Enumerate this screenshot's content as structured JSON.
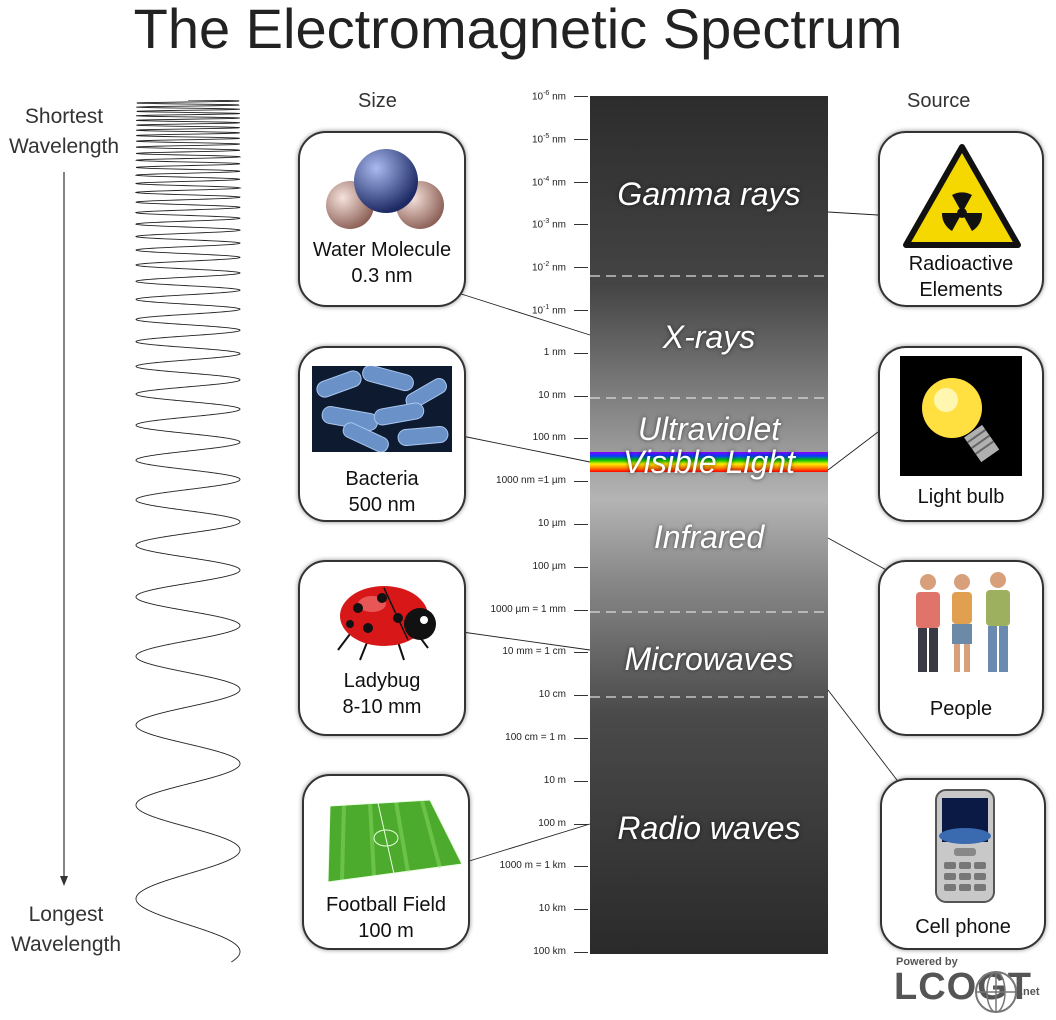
{
  "title": "The Electromagnetic Spectrum",
  "headers": {
    "size": "Size",
    "source": "Source"
  },
  "wavelength": {
    "shortest": "Shortest Wavelength",
    "longest": "Longest Wavelength"
  },
  "scale_ticks": [
    {
      "base": "10",
      "exp": "-6",
      "unit": " nm"
    },
    {
      "base": "10",
      "exp": "-5",
      "unit": " nm"
    },
    {
      "base": "10",
      "exp": "-4",
      "unit": " nm"
    },
    {
      "base": "10",
      "exp": "-3",
      "unit": " nm"
    },
    {
      "base": "10",
      "exp": "-2",
      "unit": " nm"
    },
    {
      "base": "10",
      "exp": "-1",
      "unit": " nm"
    },
    {
      "base": "1 nm",
      "exp": "",
      "unit": ""
    },
    {
      "base": "10 nm",
      "exp": "",
      "unit": ""
    },
    {
      "base": "100 nm",
      "exp": "",
      "unit": ""
    },
    {
      "base": "1000 nm =1 µm",
      "exp": "",
      "unit": ""
    },
    {
      "base": "10 µm",
      "exp": "",
      "unit": ""
    },
    {
      "base": "100 µm",
      "exp": "",
      "unit": ""
    },
    {
      "base": "1000 µm = 1 mm",
      "exp": "",
      "unit": ""
    },
    {
      "base": "10 mm = 1 cm",
      "exp": "",
      "unit": ""
    },
    {
      "base": "10 cm",
      "exp": "",
      "unit": ""
    },
    {
      "base": "100 cm = 1 m",
      "exp": "",
      "unit": ""
    },
    {
      "base": "10 m",
      "exp": "",
      "unit": ""
    },
    {
      "base": "100 m",
      "exp": "",
      "unit": ""
    },
    {
      "base": "1000 m = 1 km",
      "exp": "",
      "unit": ""
    },
    {
      "base": "10 km",
      "exp": "",
      "unit": ""
    },
    {
      "base": "100 km",
      "exp": "",
      "unit": ""
    }
  ],
  "bands": [
    "Gamma rays",
    "X-rays",
    "Ultraviolet",
    "Visible Light",
    "Infrared",
    "Microwaves",
    "Radio waves"
  ],
  "size_examples": [
    {
      "name": "Water Molecule",
      "size": "0.3 nm"
    },
    {
      "name": "Bacteria",
      "size": "500 nm"
    },
    {
      "name": "Ladybug",
      "size": "8-10 mm"
    },
    {
      "name": "Football Field",
      "size": "100 m"
    }
  ],
  "sources": [
    "Radioactive Elements",
    "Light bulb",
    "People",
    "Cell phone"
  ],
  "logo": {
    "powered": "Powered by",
    "brand": "LCOGT",
    "tld": ".net"
  },
  "colors": {
    "band_top": "#303030",
    "band_mid": "#a8a8a8",
    "band_bottom": "#303030",
    "hazard": "#f5d800"
  }
}
